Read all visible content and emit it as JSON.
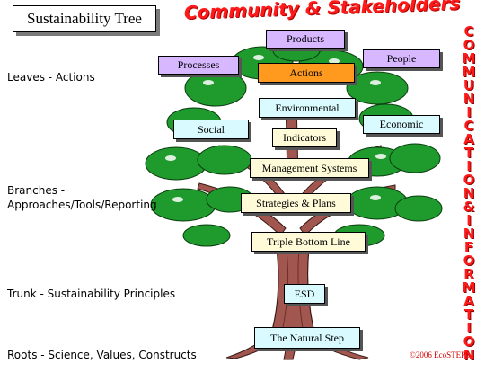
{
  "title": "Sustainability Tree",
  "banner": "Community & Stakeholders",
  "vertical_text": "COMMUNICATION & INFORMATION",
  "left_labels": {
    "leaves": "Leaves - Actions",
    "branches_line1": "Branches -",
    "branches_line2": "Approaches/Tools/Reporting",
    "trunk": "Trunk - Sustainability Principles",
    "roots": "Roots - Science, Values, Constructs"
  },
  "nodes": {
    "products": "Products",
    "processes": "Processes",
    "people": "People",
    "actions": "Actions",
    "environmental": "Environmental",
    "social": "Social",
    "economic": "Economic",
    "indicators": "Indicators",
    "management_systems": "Management Systems",
    "strategies_plans": "Strategies & Plans",
    "triple_bottom_line": "Triple Bottom Line",
    "esd": "ESD",
    "natural_step": "The Natural Step"
  },
  "copyright": "©2006 EcoSTEPS",
  "colors": {
    "purple": "#d7b7ff",
    "orange": "#ff9a1f",
    "cyan": "#d9fbff",
    "cream": "#fffbd8",
    "red_text": "#ff1a1a",
    "leaf_green": "#1f9a2c",
    "trunk_brown": "#a1574f"
  }
}
